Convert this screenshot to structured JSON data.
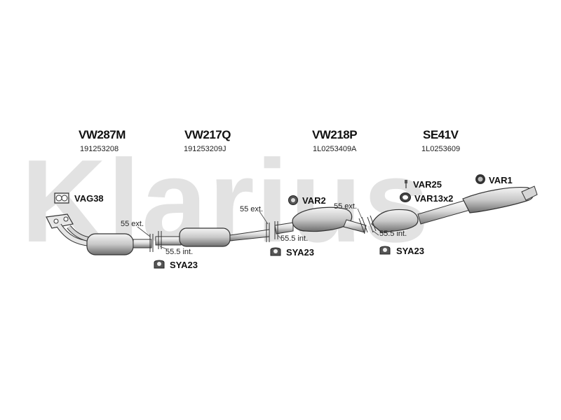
{
  "watermark": {
    "text": "Klarius"
  },
  "parts": [
    {
      "code": "VW287M",
      "number": "191253208"
    },
    {
      "code": "VW217Q",
      "number": "191253209J"
    },
    {
      "code": "VW218P",
      "number": "1L0253409A"
    },
    {
      "code": "SE41V",
      "number": "1L0253609"
    }
  ],
  "accessories": {
    "vag38": "VAG38",
    "var2": "VAR2",
    "var25": "VAR25",
    "var13": "VAR13x2",
    "var1": "VAR1",
    "sya23_a": "SYA23",
    "sya23_b": "SYA23",
    "sya23_c": "SYA23"
  },
  "dimensions": {
    "d1": "55 ext.",
    "d2": "55.5 int.",
    "d3": "55 ext.",
    "d4": "55.5 int.",
    "d5": "55 ext.",
    "d6": "55.5 int."
  }
}
